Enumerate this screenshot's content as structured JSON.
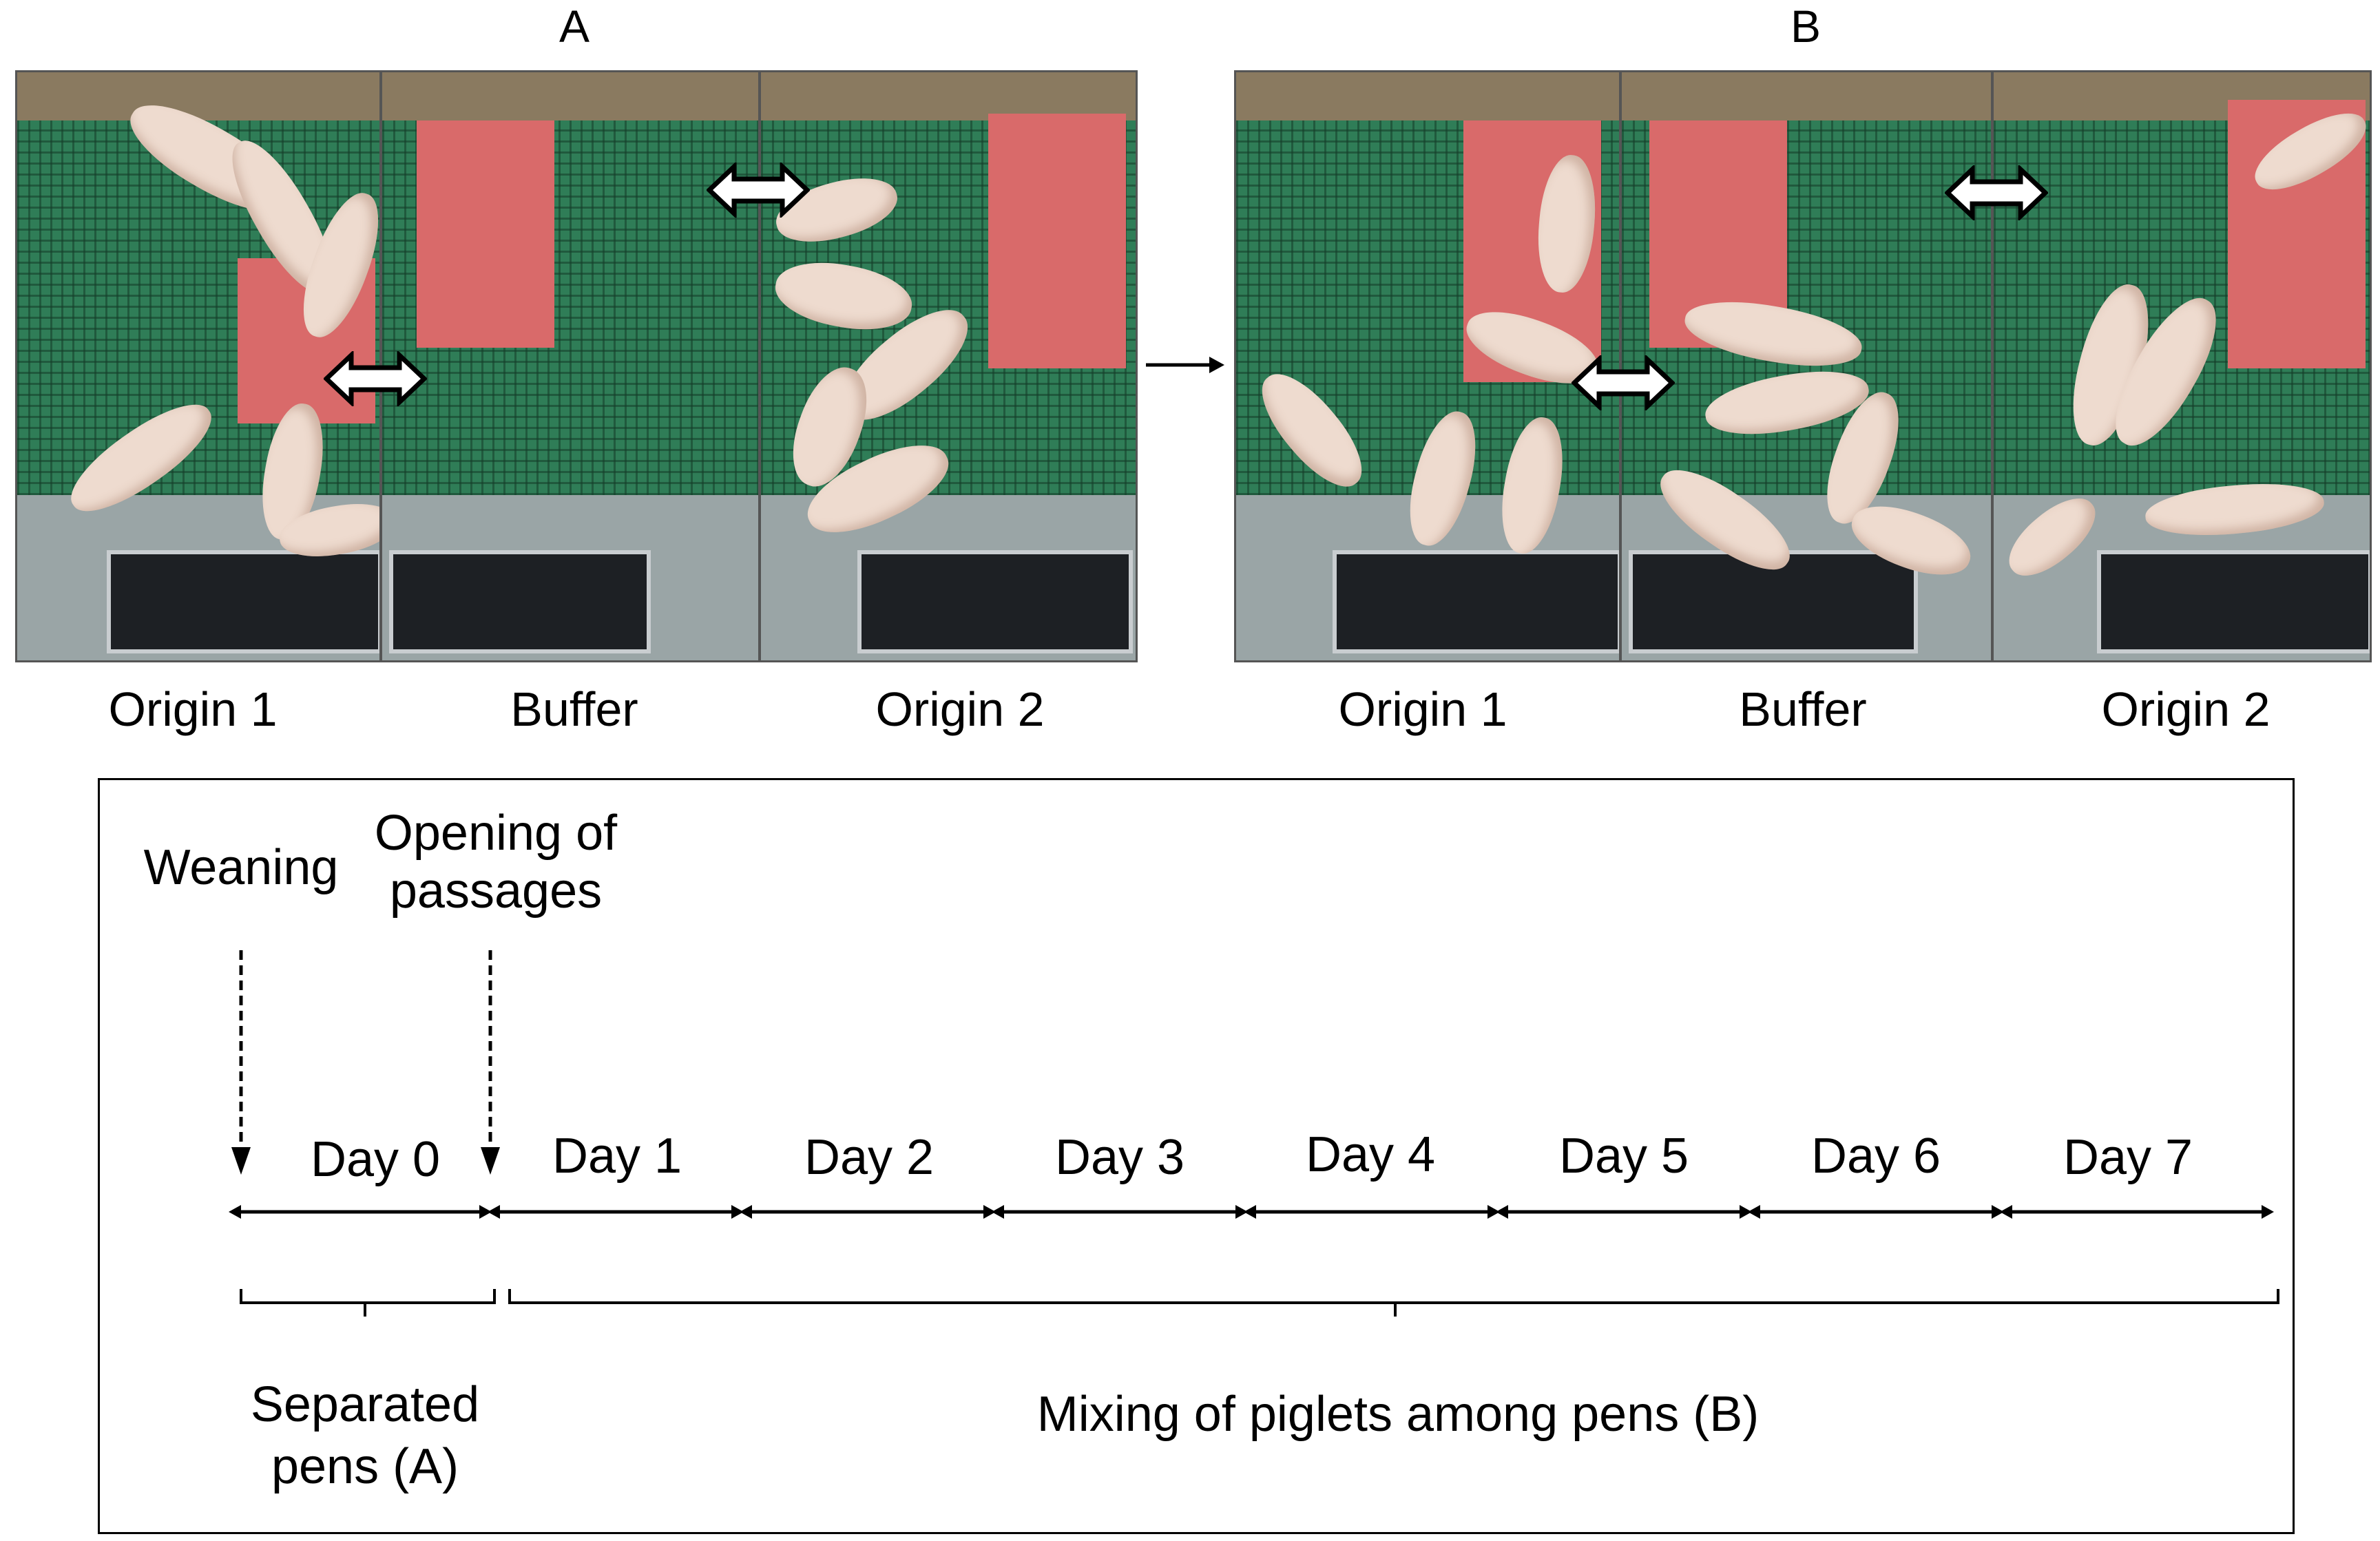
{
  "panels": {
    "a": {
      "letter": "A",
      "pens": [
        {
          "label": "Origin 1"
        },
        {
          "label": "Buffer"
        },
        {
          "label": "Origin 2"
        }
      ]
    },
    "b": {
      "letter": "B",
      "pens": [
        {
          "label": "Origin 1"
        },
        {
          "label": "Buffer"
        },
        {
          "label": "Origin 2"
        }
      ]
    }
  },
  "colors": {
    "floor": "#2f7d57",
    "mat": "#d96a6a",
    "piglet": "#eedbcf"
  },
  "icons": [
    "double-headed-arrow-icon",
    "right-arrow-icon",
    "dashed-down-arrow-icon",
    "curly-brace-icon"
  ],
  "timeline": {
    "events": {
      "weaning": "Weaning",
      "opening_line1": "Opening of",
      "opening_line2": "passages"
    },
    "days": [
      "Day 0",
      "Day 1",
      "Day 2",
      "Day 3",
      "Day 4",
      "Day 5",
      "Day 6",
      "Day 7"
    ],
    "phases": {
      "separated_line1": "Separated",
      "separated_line2": "pens (A)",
      "mixing": "Mixing of piglets among pens (B)"
    }
  }
}
